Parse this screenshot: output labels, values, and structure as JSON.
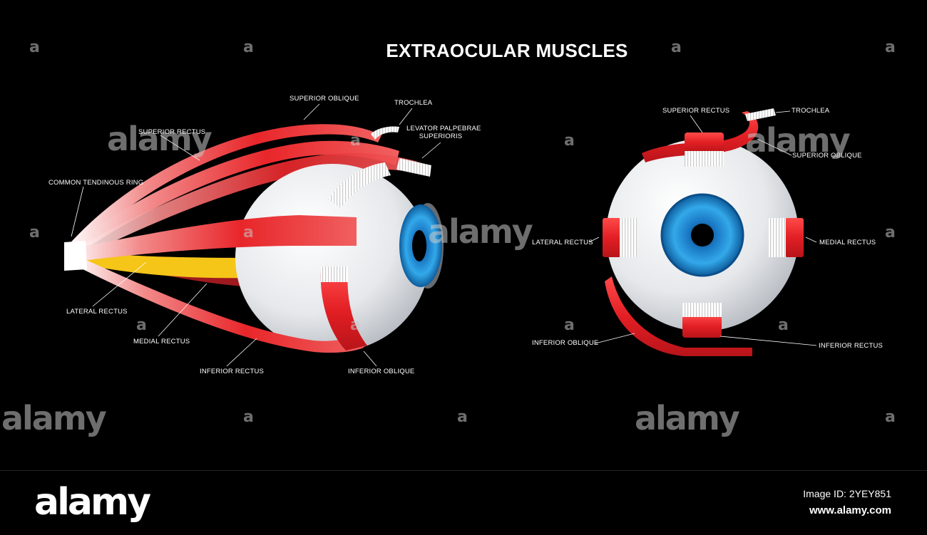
{
  "title": "EXTRAOCULAR MUSCLES",
  "side_view": {
    "labels": {
      "superior_oblique": "SUPERIOR OBLIQUE",
      "trochlea": "TROCHLEA",
      "superior_rectus": "SUPERIOR RECTUS",
      "levator_line1": "LEVATOR PALPEBRAE",
      "levator_line2": "SUPERIORIS",
      "common_ring": "COMMON TENDINOUS RING",
      "lateral_rectus": "LATERAL RECTUS",
      "medial_rectus": "MEDIAL RECTUS",
      "inferior_rectus": "INFERIOR RECTUS",
      "inferior_oblique": "INFERIOR OBLIQUE"
    }
  },
  "front_view": {
    "labels": {
      "superior_rectus": "SUPERIOR RECTUS",
      "trochlea": "TROCHLEA",
      "superior_oblique": "SUPERIOR OBLIQUE",
      "lateral_rectus": "LATERAL RECTUS",
      "medial_rectus": "MEDIAL RECTUS",
      "inferior_oblique": "INFERIOR OBLIQUE",
      "inferior_rectus": "INFERIOR RECTUS"
    }
  },
  "watermark": {
    "word": "alamy",
    "letter": "a"
  },
  "footer": {
    "brand": "alamy",
    "image_id": "Image ID: 2YEY851",
    "site": "www.alamy.com"
  },
  "colors": {
    "background": "#000000",
    "muscle_red": "#e8262a",
    "tendon": "#f4f4f4",
    "sclera": "#e9ebee",
    "iris_blue": "#1e8fd6",
    "optic_nerve": "#f5c518"
  }
}
